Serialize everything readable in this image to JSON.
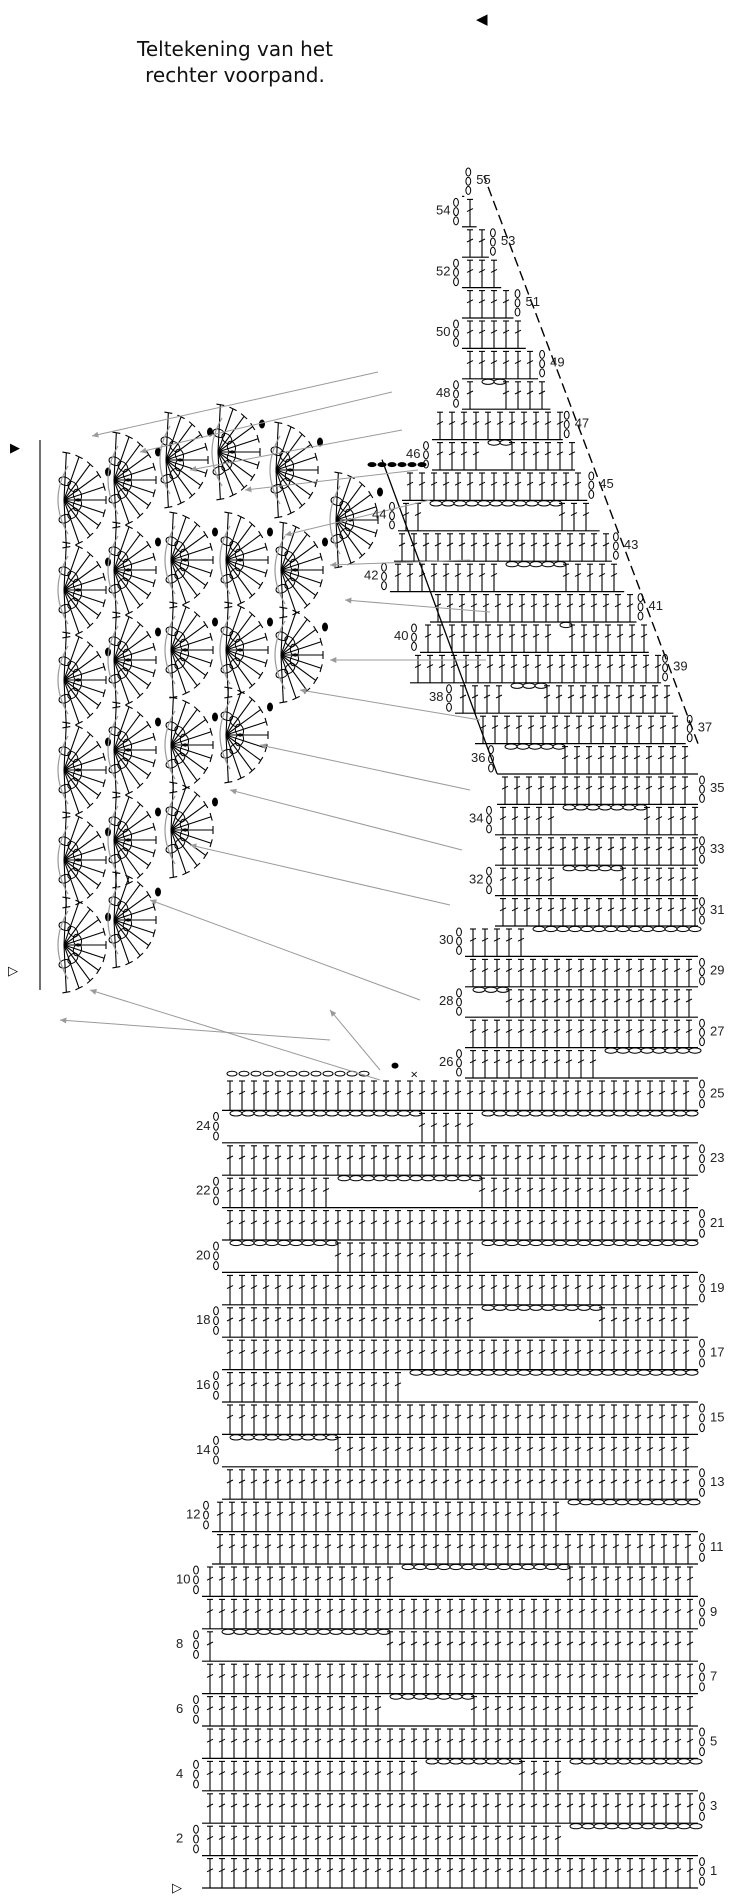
{
  "title_lines": [
    "Teltekening van het",
    "rechter voorpand."
  ],
  "row_labels": [
    "1",
    "2",
    "3",
    "4",
    "5",
    "6",
    "7",
    "8",
    "9",
    "10",
    "11",
    "12",
    "13",
    "14",
    "15",
    "16",
    "17",
    "18",
    "19",
    "20",
    "21",
    "22",
    "23",
    "24",
    "25",
    "26",
    "27",
    "28",
    "29",
    "30",
    "31",
    "32",
    "33",
    "34",
    "35",
    "36",
    "37",
    "38",
    "39",
    "40",
    "41",
    "42",
    "43",
    "44",
    "45",
    "46",
    "47",
    "48",
    "49",
    "50",
    "51",
    "52",
    "53",
    "54",
    "55"
  ],
  "colors": {
    "ink": "#000000",
    "arrow": "#9a9a9a"
  },
  "symbols": [
    "treble-stitch",
    "chain-stitch",
    "slip-stitch",
    "single-crochet",
    "fan-shell",
    "start-arrow",
    "end-marker"
  ],
  "markers": {
    "start": "▷",
    "end": "◀"
  }
}
